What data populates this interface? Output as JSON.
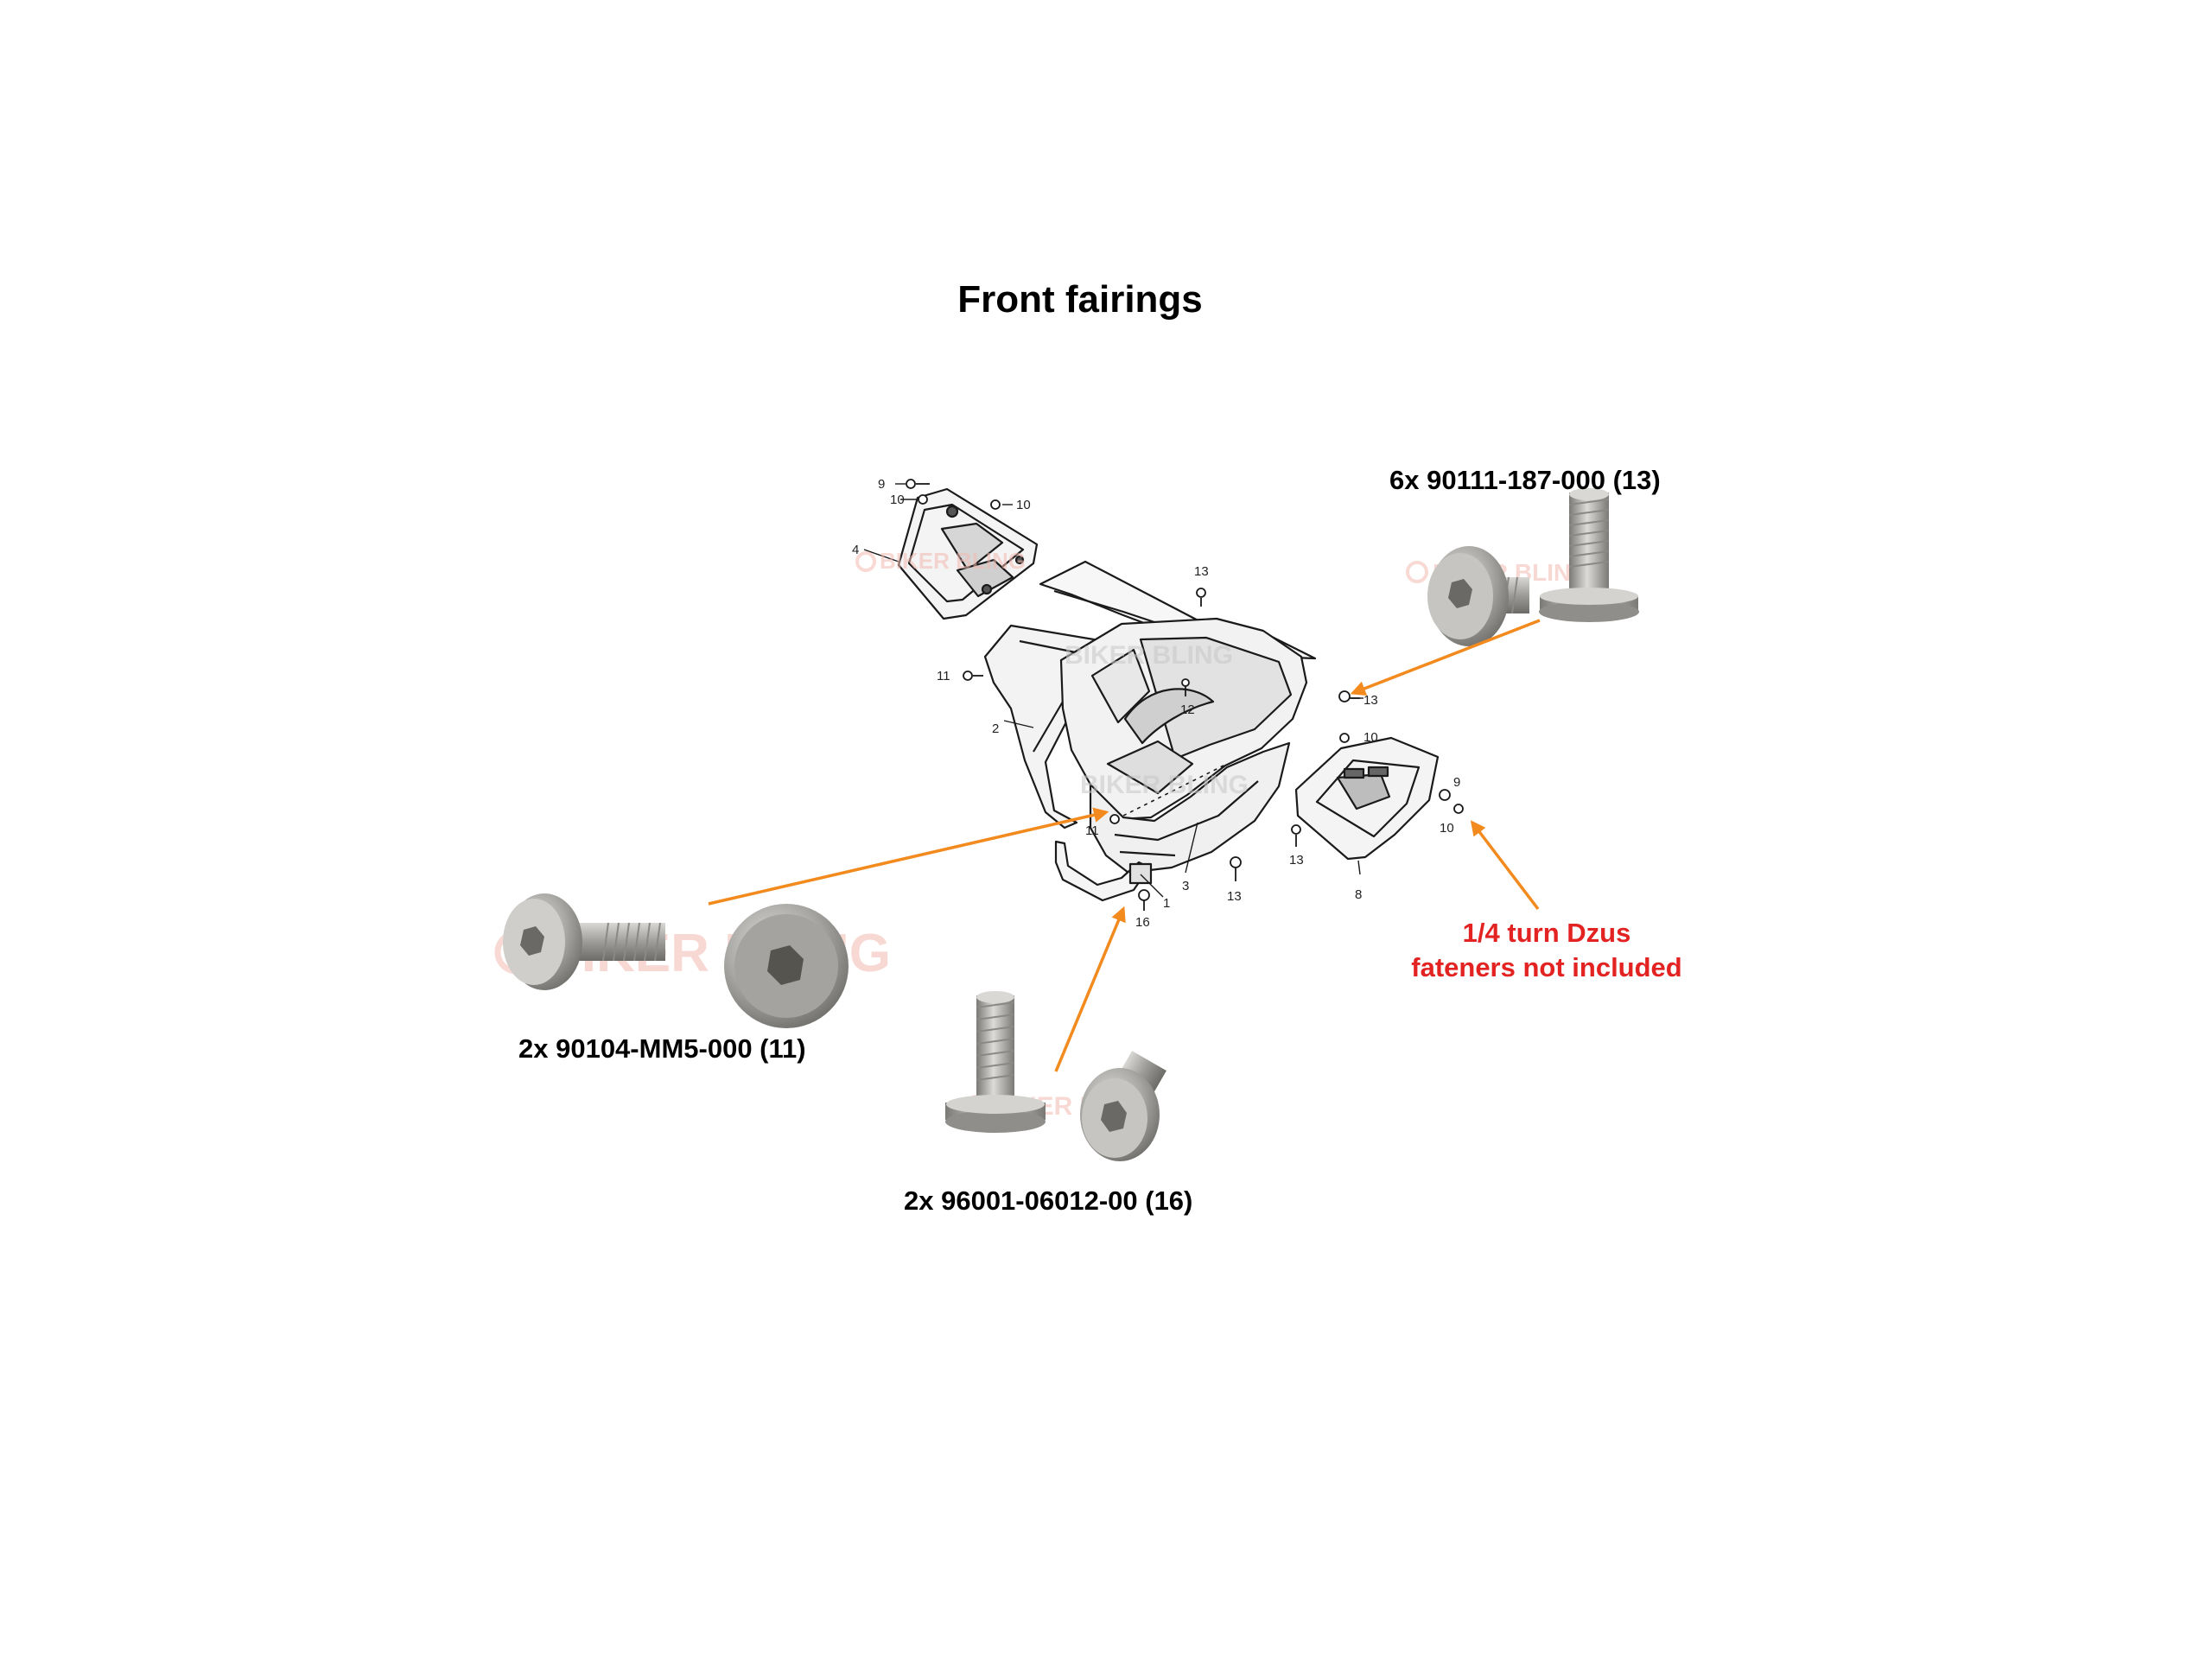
{
  "title": "Front fairings",
  "watermark": "BIKER BLING",
  "callouts": {
    "top_right": "6x 90111-187-000 (13)",
    "left": "2x 90104-MM5-000 (11)",
    "bottom": "2x 96001-06012-00 (16)"
  },
  "note": {
    "line1": "1/4 turn Dzus",
    "line2": "fateners not included",
    "color": "#e32222"
  },
  "part_numbers": {
    "p1": "1",
    "p2": "2",
    "p3": "3",
    "p4": "4",
    "p8": "8",
    "p9a": "9",
    "p9b": "9",
    "p10a": "10",
    "p10b": "10",
    "p10c": "10",
    "p10d": "10",
    "p11a": "11",
    "p11b": "11",
    "p12": "12",
    "p13a": "13",
    "p13b": "13",
    "p13c": "13",
    "p13d": "13",
    "p16": "16"
  },
  "arrow_color": "#f28a1e"
}
